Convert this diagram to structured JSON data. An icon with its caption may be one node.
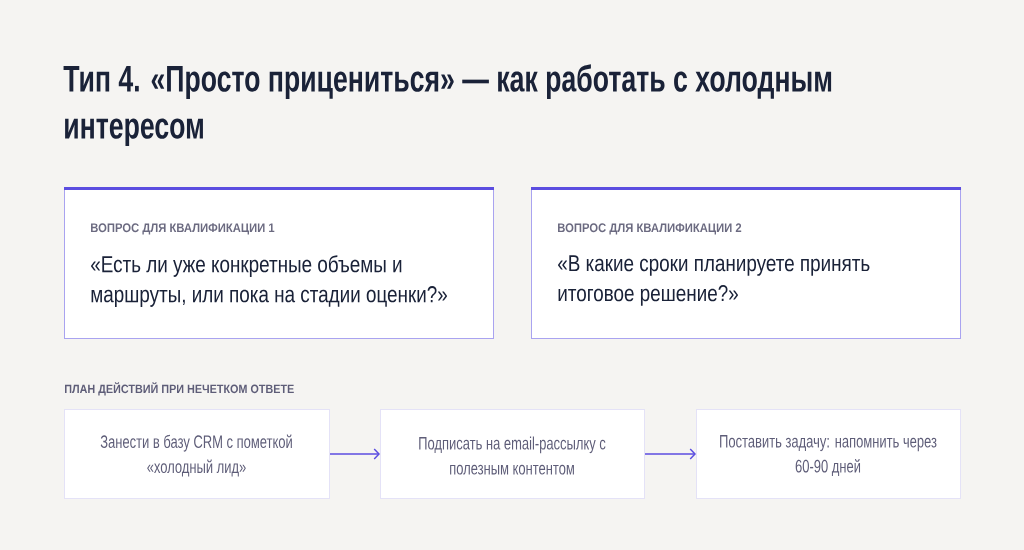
{
  "diagram": {
    "title": "Тип 4. «Просто прицениться» — как работать с холодным интересом",
    "nodes": [
      {
        "text": [
          "ВОПРОС ДЛЯ КВАЛИФИКАЦИИ 1",
          "«Есть ли уже конкретные объемы и маршруты, или пока на стадии оценки?»"
        ]
      },
      {
        "text": [
          "ВОПРОС ДЛЯ КВАЛИФИКАЦИИ 2",
          "«В какие сроки планируете принять итоговое решение?»"
        ]
      },
      {
        "text": [
          "Занести в базу CRM с пометкой «холодный лид»"
        ]
      },
      {
        "text": [
          "Подписать на email-рассылку с полезным контентом"
        ]
      },
      {
        "text": [
          "Поставить задачу: напомнить через 60-90 дней"
        ]
      }
    ],
    "edges": [
      {
        "from": 2,
        "to": 3,
        "arrow": "to"
      },
      {
        "from": 3,
        "to": 4,
        "arrow": "to"
      }
    ],
    "labels": [
      "ПЛАН ДЕЙСТВИЙ ПРИ НЕЧЕТКОМ ОТВЕТЕ"
    ]
  }
}
